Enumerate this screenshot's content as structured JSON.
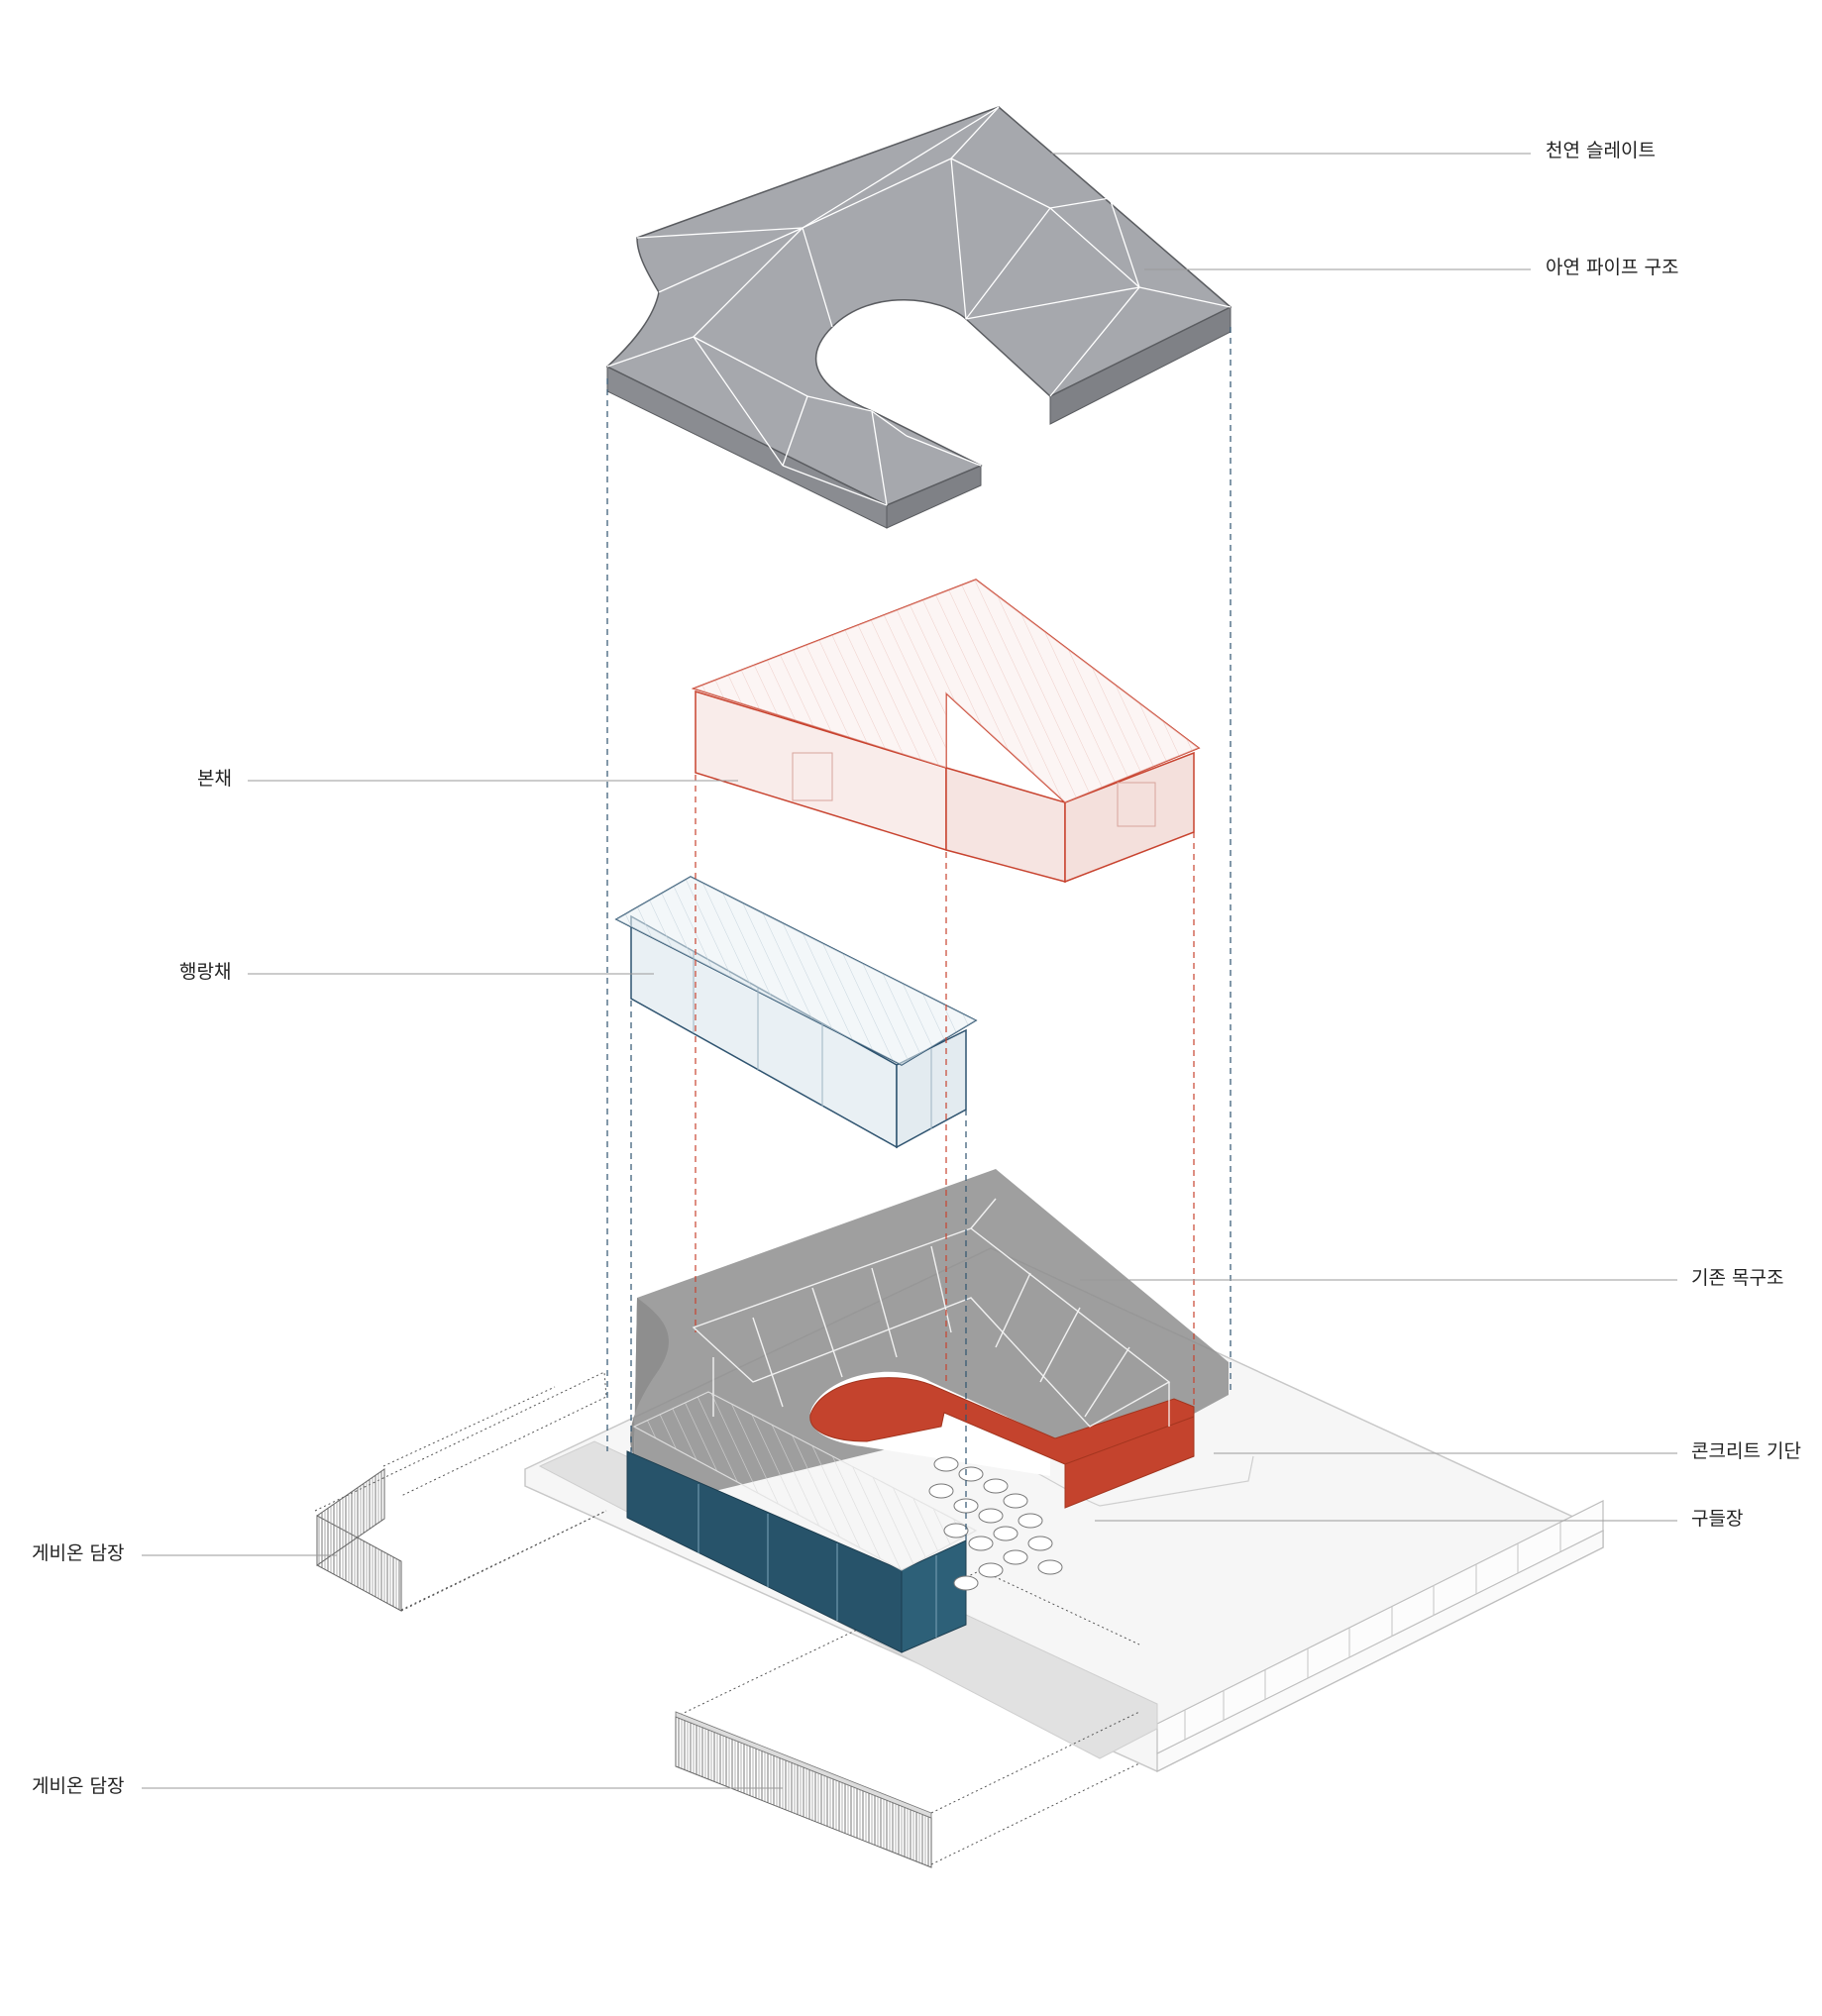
{
  "labels": {
    "slate": "천연 슬레이트",
    "zinc_pipe": "아연 파이프 구조",
    "main_building": "본채",
    "side_building": "행랑채",
    "existing_wood": "기존 목구조",
    "concrete_base": "콘크리트 기단",
    "stones": "구들장",
    "gabion_upper": "게비온 담장",
    "gabion_lower": "게비온 담장"
  },
  "colors": {
    "slate_gray": "#a6a8ad",
    "main_building_red": "#c8432f",
    "main_building_tint": "#f9ecea",
    "side_building_blue": "#2f5470",
    "side_building_tint": "#e9f0f4",
    "concrete_red": "#c4432d",
    "foundation_blue": "#27536a",
    "shadow_gray": "#8a8a8a",
    "leader_gray": "#9a9a9a"
  }
}
